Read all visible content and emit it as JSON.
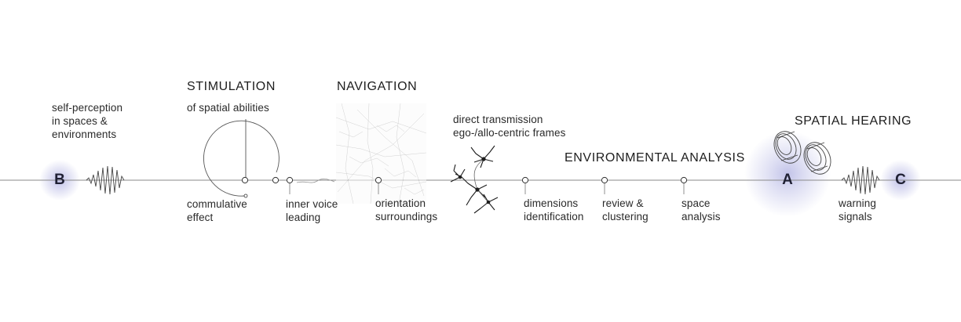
{
  "headings": {
    "stimulation": "STIMULATION",
    "navigation": "NAVIGATION",
    "environmental_analysis": "ENVIRONMENTAL ANALYSIS",
    "spatial_hearing": "SPATIAL HEARING"
  },
  "markers": {
    "b": "B",
    "a": "A",
    "c": "C"
  },
  "labels": {
    "self_perception": "self-perception\nin spaces &\nenvironments",
    "spatial_abilities": "of spatial abilities",
    "commulative_effect": "commulative\neffect",
    "inner_voice": "inner voice\nleading",
    "orientation": "orientation\nsurroundings",
    "direct_transmission": "direct transmission\nego-/allo-centric frames",
    "dimensions": "dimensions\nidentification",
    "review": "review &\nclustering",
    "space_analysis": "space\nanalysis",
    "warning_signals": "warning\nsignals"
  },
  "icons": {
    "wave_left": "sound-wave-icon",
    "wave_right": "sound-wave-icon",
    "map": "city-map-icon",
    "neurons": "neuron-icon",
    "speakers": "speaker-icon"
  },
  "colors": {
    "line": "#8a8a8a",
    "glow": "#8f91d6",
    "ink": "#2a2a2a"
  }
}
